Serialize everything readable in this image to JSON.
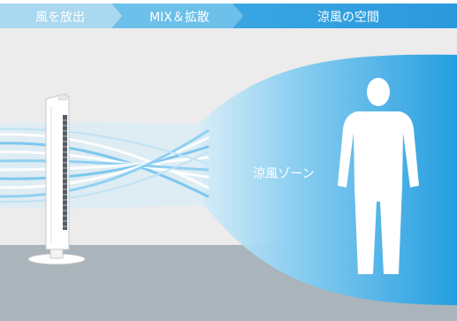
{
  "steps": [
    {
      "label": "風を放出"
    },
    {
      "label": "MIX＆拡散"
    },
    {
      "label": "涼風の空間"
    }
  ],
  "zone": {
    "label": "涼風ゾーン"
  },
  "icons": {
    "fan": "tower-fan-icon",
    "person": "person-icon"
  },
  "colors": {
    "step1": "#a9d8f0",
    "step2": "#6cc0ea",
    "step3": "#2f9fe0",
    "wall": "#ececec",
    "floor": "#a9b4bb",
    "zone_light": "#c7e7f8",
    "zone_dark": "#249ee0"
  }
}
